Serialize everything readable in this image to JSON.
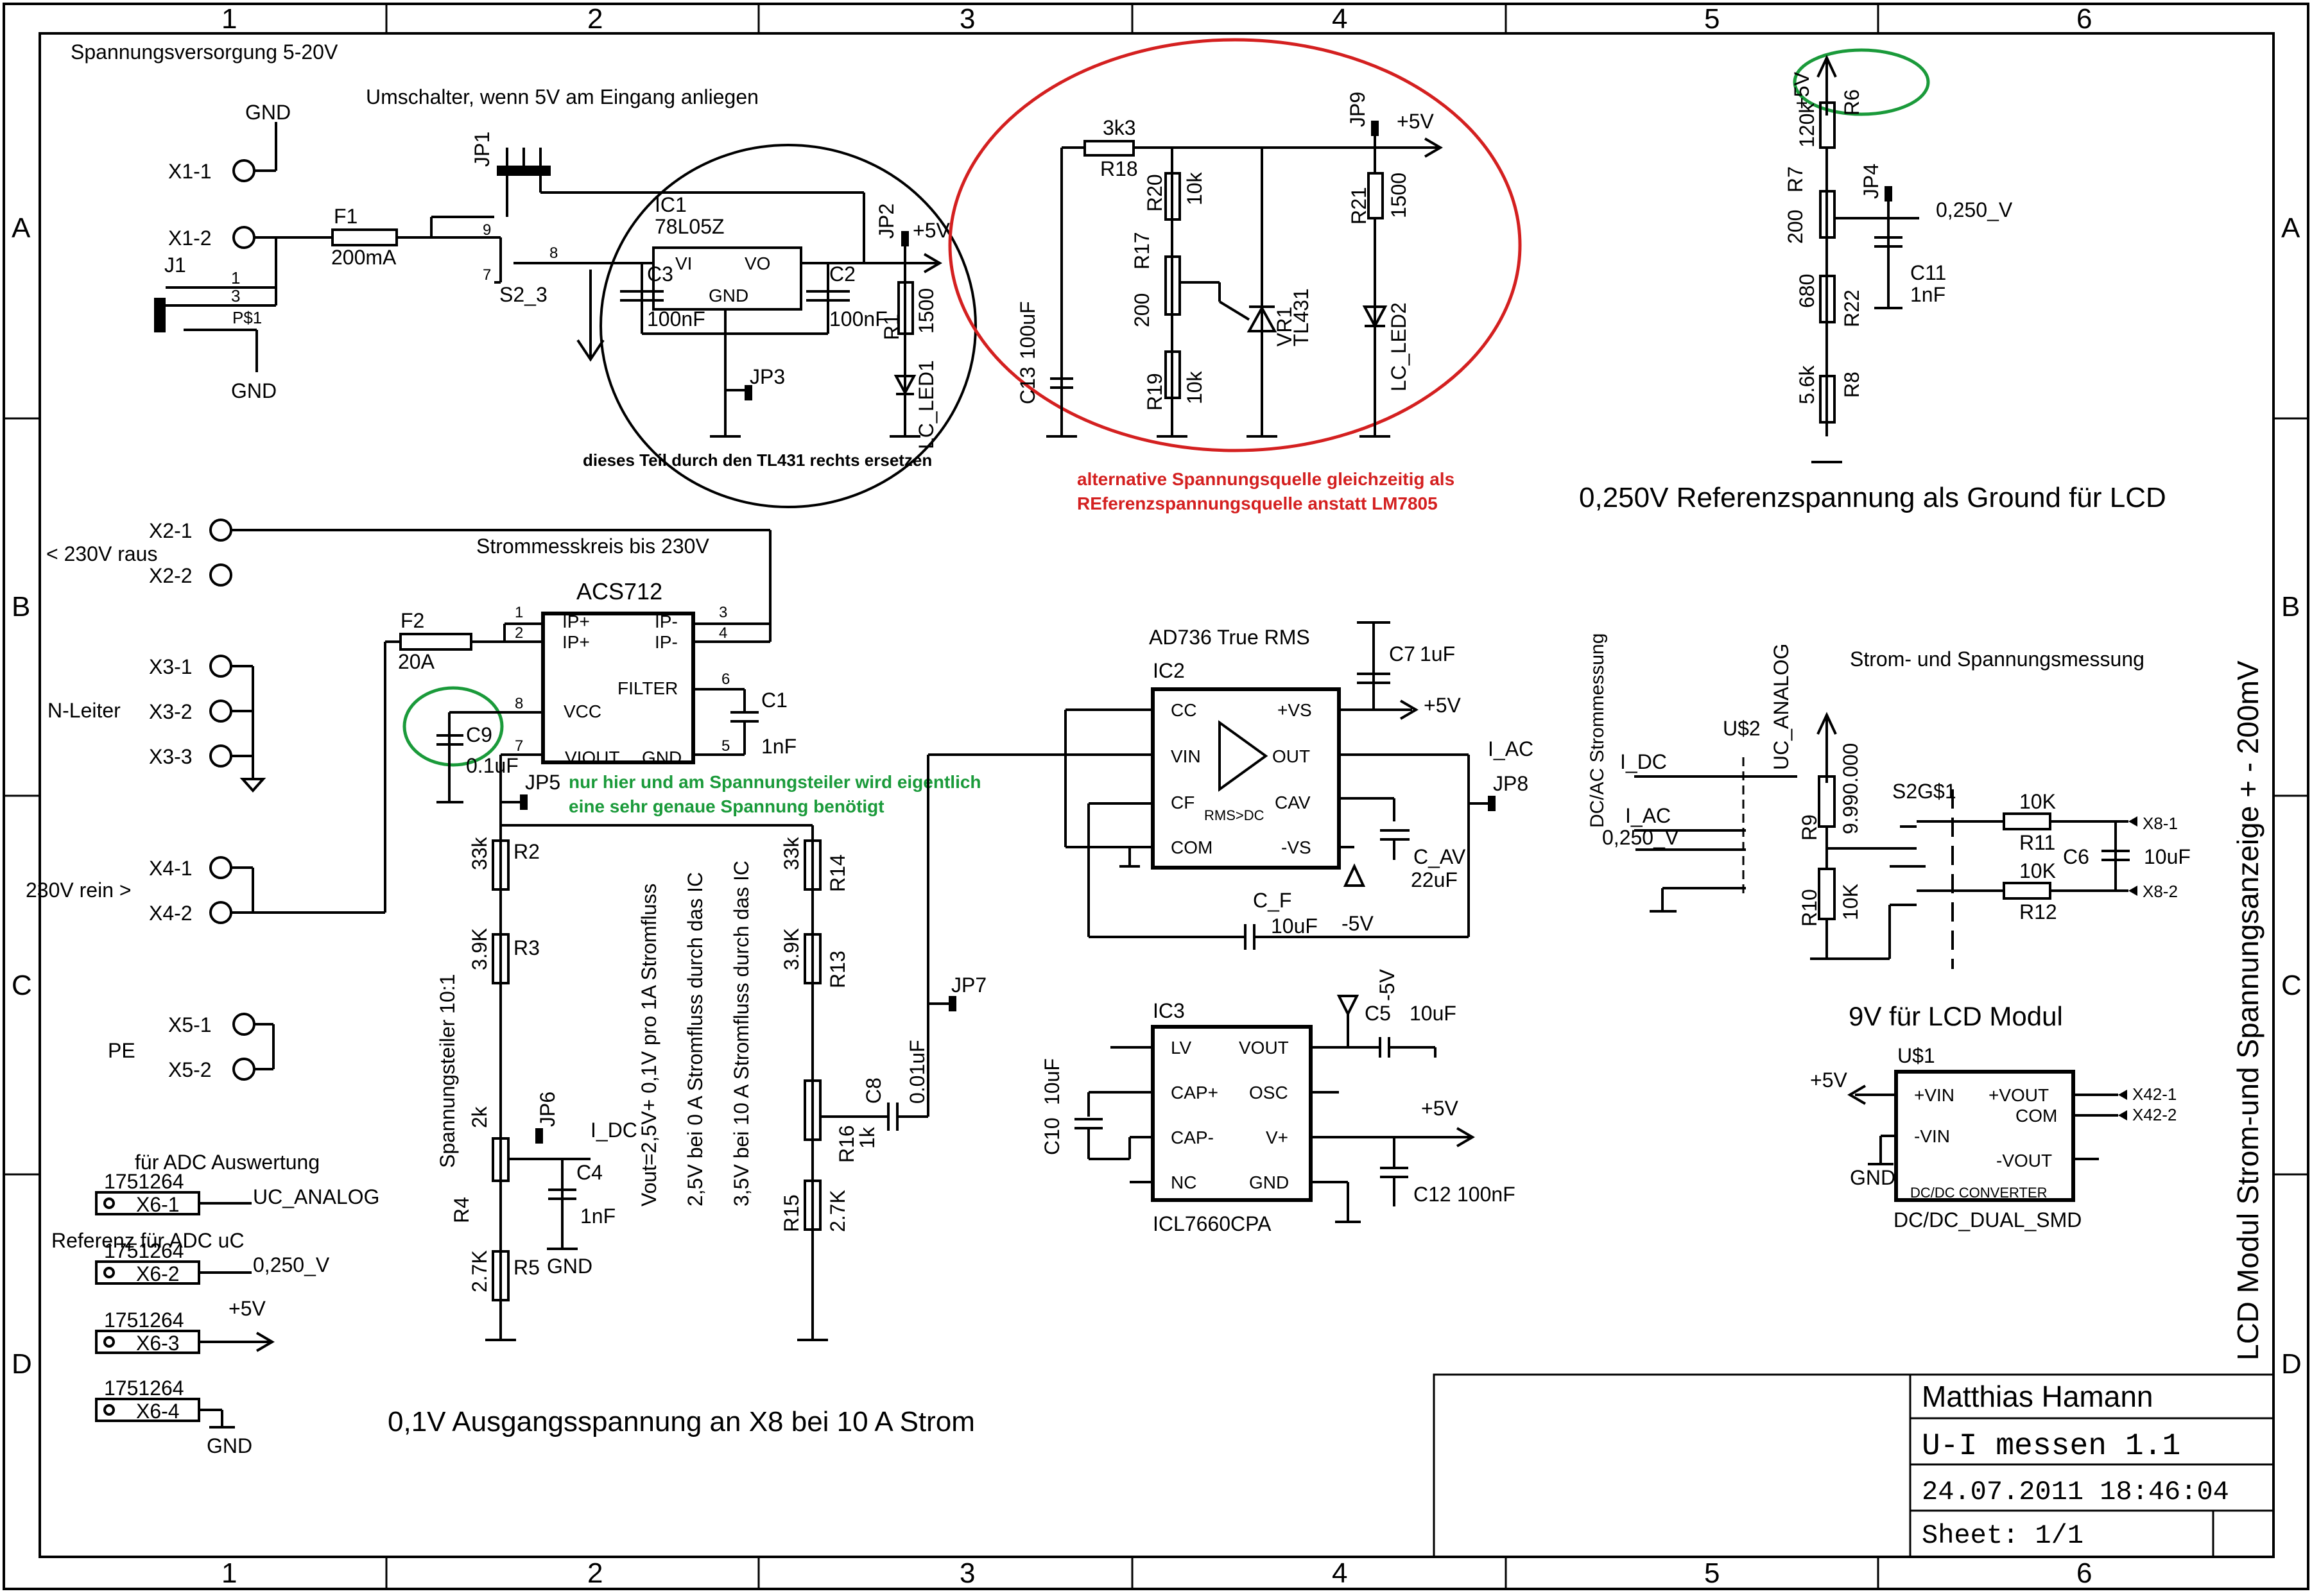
{
  "frame": {
    "columns": [
      "1",
      "2",
      "3",
      "4",
      "5",
      "6"
    ],
    "rows": [
      "A",
      "B",
      "C",
      "D"
    ]
  },
  "titleblock": {
    "author": "Matthias Hamann",
    "title": "U-I messen 1.1",
    "datetime": "24.07.2011 18:46:04",
    "sheet": "Sheet: 1/1"
  },
  "section_labels": {
    "power": "Spannungsversorgung 5-20V",
    "switch": "Umschalter, wenn 5V am Eingang anliegen",
    "ref_title": "0,250V Referenzspannung als Ground für LCD",
    "current_loop": "Strommesskreis bis 230V",
    "trms": "AD736 True RMS",
    "meas": "Strom- und Spannungsmessung",
    "lcd9v": "9V für LCD Modul",
    "output": "0,1V Ausgangsspannung an X8 bei 10 A Strom",
    "side": "LCD Modul Strom-und Spannungsanzeige  + - 200mV",
    "adc": "für ADC Auswertung",
    "ref_adc": "Referenz für ADC uC",
    "raus": "< 230V raus",
    "nleiter": "N-Leiter",
    "rein": "230V rein >",
    "pe": "PE",
    "divider": "Spannungsteiler 10:1",
    "vout1": "Vout=2,5V+ 0,1V pro 1A Stromfluss",
    "vout2": "2,5V bei 0 A Stromfluss durch das IC",
    "vout3": "3,5V bei 10 A Stromfluss durch das IC",
    "dcac": "DC/AC Strommessung"
  },
  "annotations": {
    "black_note": "dieses Teil durch den TL431 rechts ersetzen",
    "red_note_1": "alternative Spannungsquelle gleichzeitig als",
    "red_note_2": "REferenzspannungsquelle anstatt LM7805",
    "green_note_1": "nur hier und am Spannungsteiler wird eigentlich",
    "green_note_2": "eine sehr genaue Spannung benötigt"
  },
  "components": {
    "ic1": {
      "name": "IC1",
      "part": "78L05Z",
      "vi": "VI",
      "vo": "VO",
      "gnd": "GND"
    },
    "acs": {
      "part": "ACS712",
      "ipp": "IP+",
      "ipm": "IP-",
      "vcc": "VCC",
      "filter": "FILTER",
      "viout": "VIOUT",
      "gnd": "GND"
    },
    "ic2": {
      "name": "IC2",
      "cc": "CC",
      "vin": "VIN",
      "cf": "CF",
      "com": "COM",
      "vs": "+VS",
      "out": "OUT",
      "cav": "CAV",
      "mvs": "-VS",
      "rms": "RMS>DC"
    },
    "ic3": {
      "name": "IC3",
      "part": "ICL7660CPA",
      "lv": "LV",
      "capp": "CAP+",
      "capm": "CAP-",
      "nc": "NC",
      "vout": "VOUT",
      "osc": "OSC",
      "vp": "V+",
      "gnd": "GND"
    },
    "u1": {
      "name": "U$1",
      "vin": "+VIN",
      "mvin": "-VIN",
      "vout": "+VOUT",
      "com": "COM",
      "mvout": "-VOUT",
      "label": "DC/DC CONVERTER",
      "part": "DC/DC_DUAL_SMD"
    },
    "u2": {
      "name": "U$2",
      "label": "UC_ANALOG"
    },
    "s2g": {
      "name": "S2G$1"
    },
    "tl431": {
      "name": "VR1",
      "part": "TL431"
    }
  },
  "parts": {
    "F1": "F1",
    "F1v": "200mA",
    "F2": "F2",
    "F2v": "20A",
    "J1": "J1",
    "PS1": "P$1",
    "JP1": "JP1",
    "JP2": "JP2",
    "JP3": "JP3",
    "JP4": "JP4",
    "JP5": "JP5",
    "JP6": "JP6",
    "JP7": "JP7",
    "JP8": "JP8",
    "JP9": "JP9",
    "S2": "S2_3",
    "C3": "C3",
    "C3v": "100nF",
    "C2": "C2",
    "C2v": "100nF",
    "R1": "R1",
    "R1v": "1500",
    "LED1": "LC_LED1",
    "R18": "R18",
    "R18v": "3k3",
    "R20": "R20",
    "R20v": "10k",
    "R17": "R17",
    "R17v": "200",
    "R19": "R19",
    "R19v": "10k",
    "C13": "C13",
    "C13v": "100uF",
    "R21": "R21",
    "R21v": "1500",
    "LED2": "LC_LED2",
    "R6": "R6",
    "R6v": "120k",
    "R7": "R7",
    "R7v": "200",
    "R22": "R22",
    "R22v": "680",
    "R8": "R8",
    "R8v": "5.6k",
    "C11": "C11",
    "C11v": "1nF",
    "C9": "C9",
    "C9v": "0.1uF",
    "C1": "C1",
    "C1v": "1nF",
    "R2": "R2",
    "R2v": "33k",
    "R3": "R3",
    "R3v": "3.9K",
    "R4": "R4",
    "R4v": "2k",
    "R5": "R5",
    "R5v": "2.7K",
    "C4": "C4",
    "C4v": "1nF",
    "R14": "R14",
    "R14v": "33k",
    "R13": "R13",
    "R13v": "3.9K",
    "R16": "R16",
    "R16v": "1k",
    "R15": "R15",
    "R15v": "2.7K",
    "C8": "C8",
    "C8v": "0.01uF",
    "C7": "C7",
    "C7v": "1uF",
    "C_AV": "C_AV",
    "C_AVv": "22uF",
    "C_F": "C_F",
    "C_Fv": "10uF",
    "C5": "C5",
    "C5v": "10uF",
    "C10": "C10",
    "C10v": "10uF",
    "C12": "C12",
    "C12v": "100nF",
    "R9": "R9",
    "R9v": "9.990.000",
    "R10": "R10",
    "R10v": "10K",
    "R11": "R11",
    "R11v": "10K",
    "R12": "R12",
    "R12v": "10K",
    "C6": "C6",
    "C6v": "10uF"
  },
  "nets": {
    "gnd": "GND",
    "p5v": "+5V",
    "m5v": "-5V",
    "v250": "0,250_V",
    "iac": "I_AC",
    "idc": "I_DC",
    "ucan": "UC_ANALOG",
    "x81": "X8-1",
    "x82": "X8-2",
    "x421": "X42-1",
    "x422": "X42-2"
  },
  "connectors": {
    "x11": "X1-1",
    "x12": "X1-2",
    "x21": "X2-1",
    "x22": "X2-2",
    "x31": "X3-1",
    "x32": "X3-2",
    "x33": "X3-3",
    "x41": "X4-1",
    "x42": "X4-2",
    "x51": "X5-1",
    "x52": "X5-2",
    "x6p": "1751264",
    "x61": "X6-1",
    "x62": "X6-2",
    "x63": "X6-3",
    "x64": "X6-4"
  }
}
